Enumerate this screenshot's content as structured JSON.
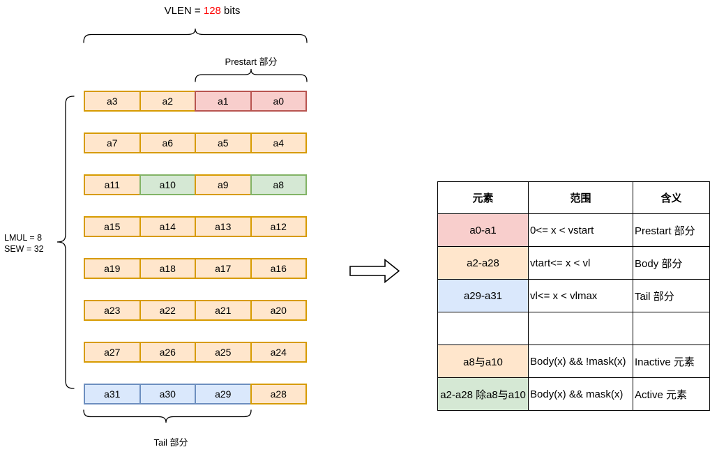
{
  "colors": {
    "orange_fill": "#ffe6cc",
    "orange_border": "#d79b00",
    "pink_fill": "#f8cecc",
    "pink_border": "#b85450",
    "green_fill": "#d5e8d4",
    "green_border": "#82b366",
    "blue_fill": "#dae8fc",
    "blue_border": "#6c8ebf",
    "highlight_red": "#ff0000"
  },
  "labels": {
    "vlen_prefix": "VLEN = ",
    "vlen_value": "128",
    "vlen_suffix": " bits",
    "prestart": "Prestart 部分",
    "tail": "Tail 部分",
    "lmul": "LMUL = 8",
    "sew": "SEW = 32"
  },
  "registers": {
    "rows": [
      {
        "cells": [
          {
            "label": "a3",
            "color": "orange"
          },
          {
            "label": "a2",
            "color": "orange"
          },
          {
            "label": "a1",
            "color": "pink"
          },
          {
            "label": "a0",
            "color": "pink"
          }
        ]
      },
      {
        "cells": [
          {
            "label": "a7",
            "color": "orange"
          },
          {
            "label": "a6",
            "color": "orange"
          },
          {
            "label": "a5",
            "color": "orange"
          },
          {
            "label": "a4",
            "color": "orange"
          }
        ]
      },
      {
        "cells": [
          {
            "label": "a11",
            "color": "orange"
          },
          {
            "label": "a10",
            "color": "green"
          },
          {
            "label": "a9",
            "color": "orange"
          },
          {
            "label": "a8",
            "color": "green"
          }
        ]
      },
      {
        "cells": [
          {
            "label": "a15",
            "color": "orange"
          },
          {
            "label": "a14",
            "color": "orange"
          },
          {
            "label": "a13",
            "color": "orange"
          },
          {
            "label": "a12",
            "color": "orange"
          }
        ]
      },
      {
        "cells": [
          {
            "label": "a19",
            "color": "orange"
          },
          {
            "label": "a18",
            "color": "orange"
          },
          {
            "label": "a17",
            "color": "orange"
          },
          {
            "label": "a16",
            "color": "orange"
          }
        ]
      },
      {
        "cells": [
          {
            "label": "a23",
            "color": "orange"
          },
          {
            "label": "a22",
            "color": "orange"
          },
          {
            "label": "a21",
            "color": "orange"
          },
          {
            "label": "a20",
            "color": "orange"
          }
        ]
      },
      {
        "cells": [
          {
            "label": "a27",
            "color": "orange"
          },
          {
            "label": "a26",
            "color": "orange"
          },
          {
            "label": "a25",
            "color": "orange"
          },
          {
            "label": "a24",
            "color": "orange"
          }
        ]
      },
      {
        "cells": [
          {
            "label": "a31",
            "color": "blue"
          },
          {
            "label": "a30",
            "color": "blue"
          },
          {
            "label": "a29",
            "color": "blue"
          },
          {
            "label": "a28",
            "color": "orange"
          }
        ]
      }
    ]
  },
  "table": {
    "headers": [
      "元素",
      "范围",
      "含义"
    ],
    "rows": [
      {
        "element": "a0-a1",
        "element_color": "pink",
        "range": "0<= x < vstart",
        "meaning": "Prestart 部分"
      },
      {
        "element": "a2-a28",
        "element_color": "orange",
        "range": "vtart<= x < vl",
        "meaning": "Body 部分"
      },
      {
        "element": "a29-a31",
        "element_color": "blue",
        "range": "vl<= x < vlmax",
        "meaning": "Tail 部分"
      },
      {
        "element": "",
        "element_color": "none",
        "range": "",
        "meaning": ""
      },
      {
        "element": "a8与a10",
        "element_color": "orange",
        "range": "Body(x) && !mask(x)",
        "meaning": "Inactive 元素"
      },
      {
        "element": "a2-a28 除a8与a10",
        "element_color": "green",
        "range": "Body(x) && mask(x)",
        "meaning": "Active 元素"
      }
    ]
  }
}
